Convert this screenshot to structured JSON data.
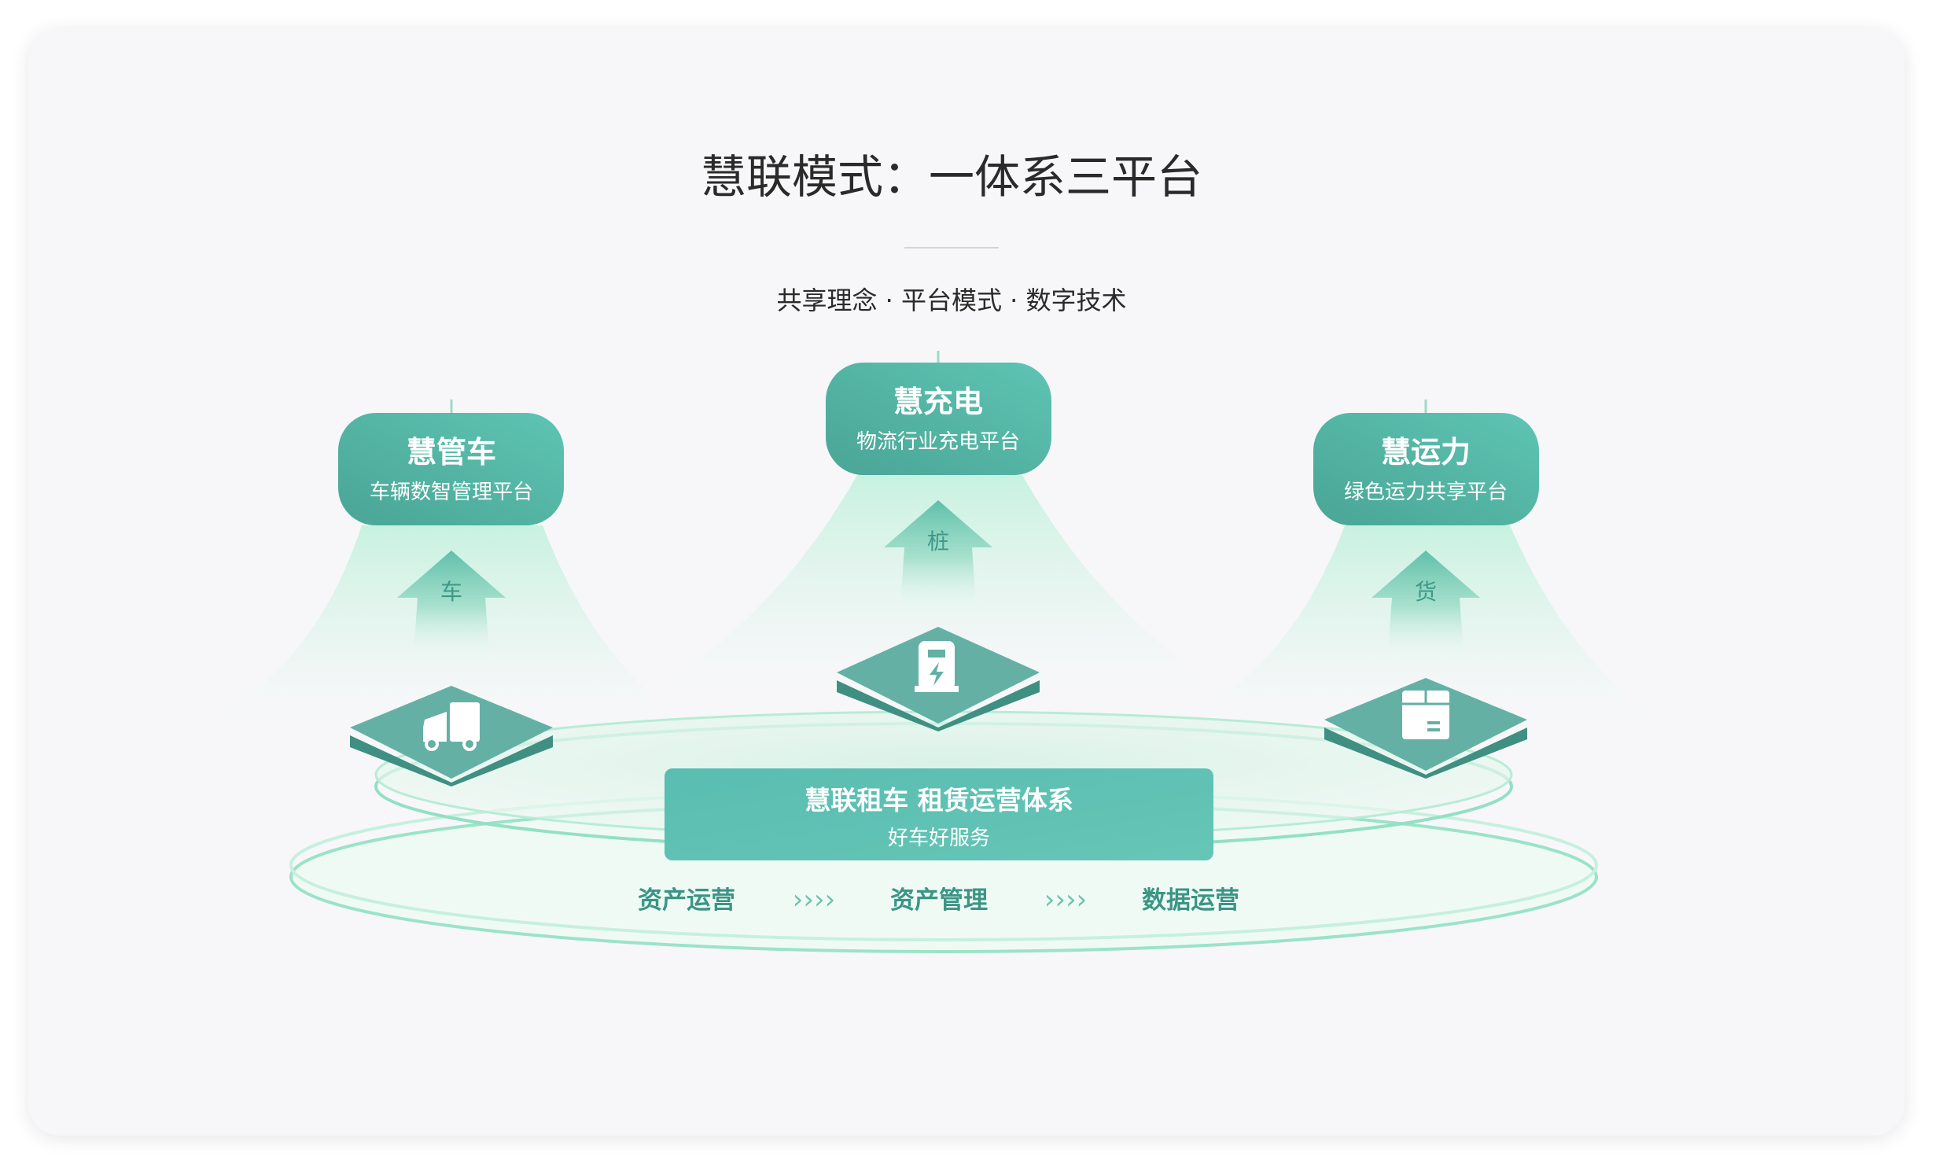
{
  "header": {
    "title": "慧联模式：一体系三平台",
    "subtitle": "共享理念 · 平台模式 · 数字技术"
  },
  "platforms": [
    {
      "name": "慧管车",
      "desc": "车辆数智管理平台",
      "arrow_label": "车",
      "icon": "truck-icon"
    },
    {
      "name": "慧充电",
      "desc": "物流行业充电平台",
      "arrow_label": "桩",
      "icon": "charging-pile-icon"
    },
    {
      "name": "慧运力",
      "desc": "绿色运力共享平台",
      "arrow_label": "货",
      "icon": "package-box-icon"
    }
  ],
  "system": {
    "title": "慧联租车 租赁运营体系",
    "slogan": "好车好服务"
  },
  "flow": {
    "steps": [
      "资产运营",
      "资产管理",
      "数据运营"
    ],
    "separator": "››››"
  },
  "colors": {
    "primary": "#5bbfb0",
    "primary_dark": "#4aa596",
    "ring": "#8fe0c4",
    "text_dark": "#2a2a2a",
    "flow_text": "#3a9585"
  }
}
